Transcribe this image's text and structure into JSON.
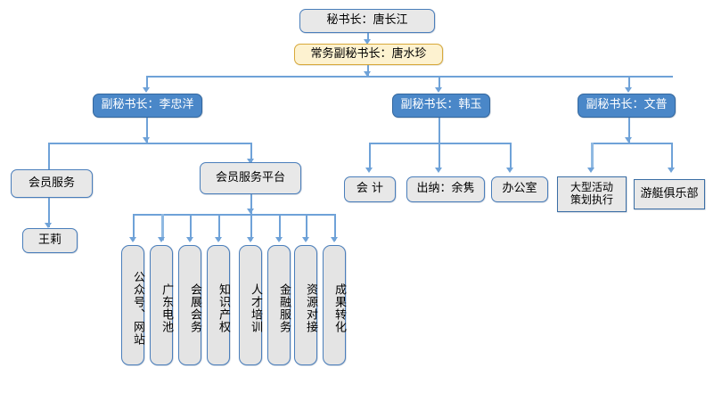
{
  "chart_title": "",
  "colors": {
    "blue_fill": "#4a87c8",
    "blue_text": "#ffffff",
    "grey_fill": "#e8e8e8",
    "yellow_fill": "#fdf2d0",
    "yellow_border": "#d8a93a",
    "connector": "#6fa2d8",
    "box_border": "#4a7ebb"
  },
  "nodes": {
    "secretary_general": {
      "label": "秘书长：唐长江"
    },
    "executive_deputy": {
      "label": "常务副秘书长：唐水珍"
    },
    "deputy_li": {
      "label": "副秘书长：李忠洋"
    },
    "deputy_han": {
      "label": "副秘书长：韩玉"
    },
    "deputy_wen": {
      "label": "副秘书长：文普"
    },
    "member_service": {
      "label": "会员服务"
    },
    "wang_li": {
      "label": "王莉"
    },
    "member_platform": {
      "label": "会员服务平台"
    },
    "accounting": {
      "label": "会  计"
    },
    "cashier": {
      "label": "出纳：余隽"
    },
    "office": {
      "label": "办公室"
    },
    "big_event": {
      "label": "大型活动\n策划执行"
    },
    "yacht_club": {
      "label": "游艇俱乐部"
    }
  },
  "platform_units": [
    {
      "label": "公众号、网站"
    },
    {
      "label": "广东电池"
    },
    {
      "label": "会展会务"
    },
    {
      "label": "知识产权"
    },
    {
      "label": "人才培训"
    },
    {
      "label": "金融服务"
    },
    {
      "label": "资源对接"
    },
    {
      "label": "成果转化"
    }
  ]
}
